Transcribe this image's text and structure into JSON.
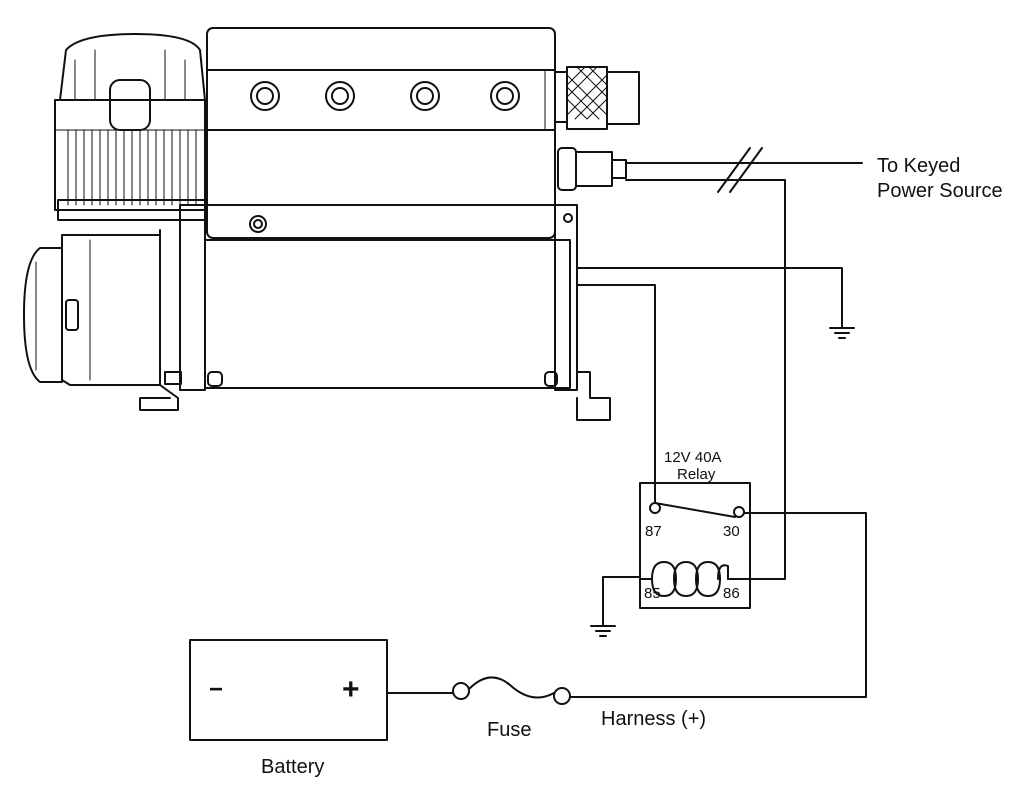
{
  "labels": {
    "keyed_line1": "To Keyed",
    "keyed_line2": "Power Source",
    "relay_rating": "12V  40A",
    "relay_name": "Relay",
    "pin_87": "87",
    "pin_30": "30",
    "pin_85": "85",
    "pin_86": "86",
    "battery_neg": "−",
    "battery_pos": "+",
    "battery": "Battery",
    "fuse": "Fuse",
    "harness": "Harness (+)"
  },
  "colors": {
    "line": "#111111",
    "fill": "#ffffff"
  }
}
